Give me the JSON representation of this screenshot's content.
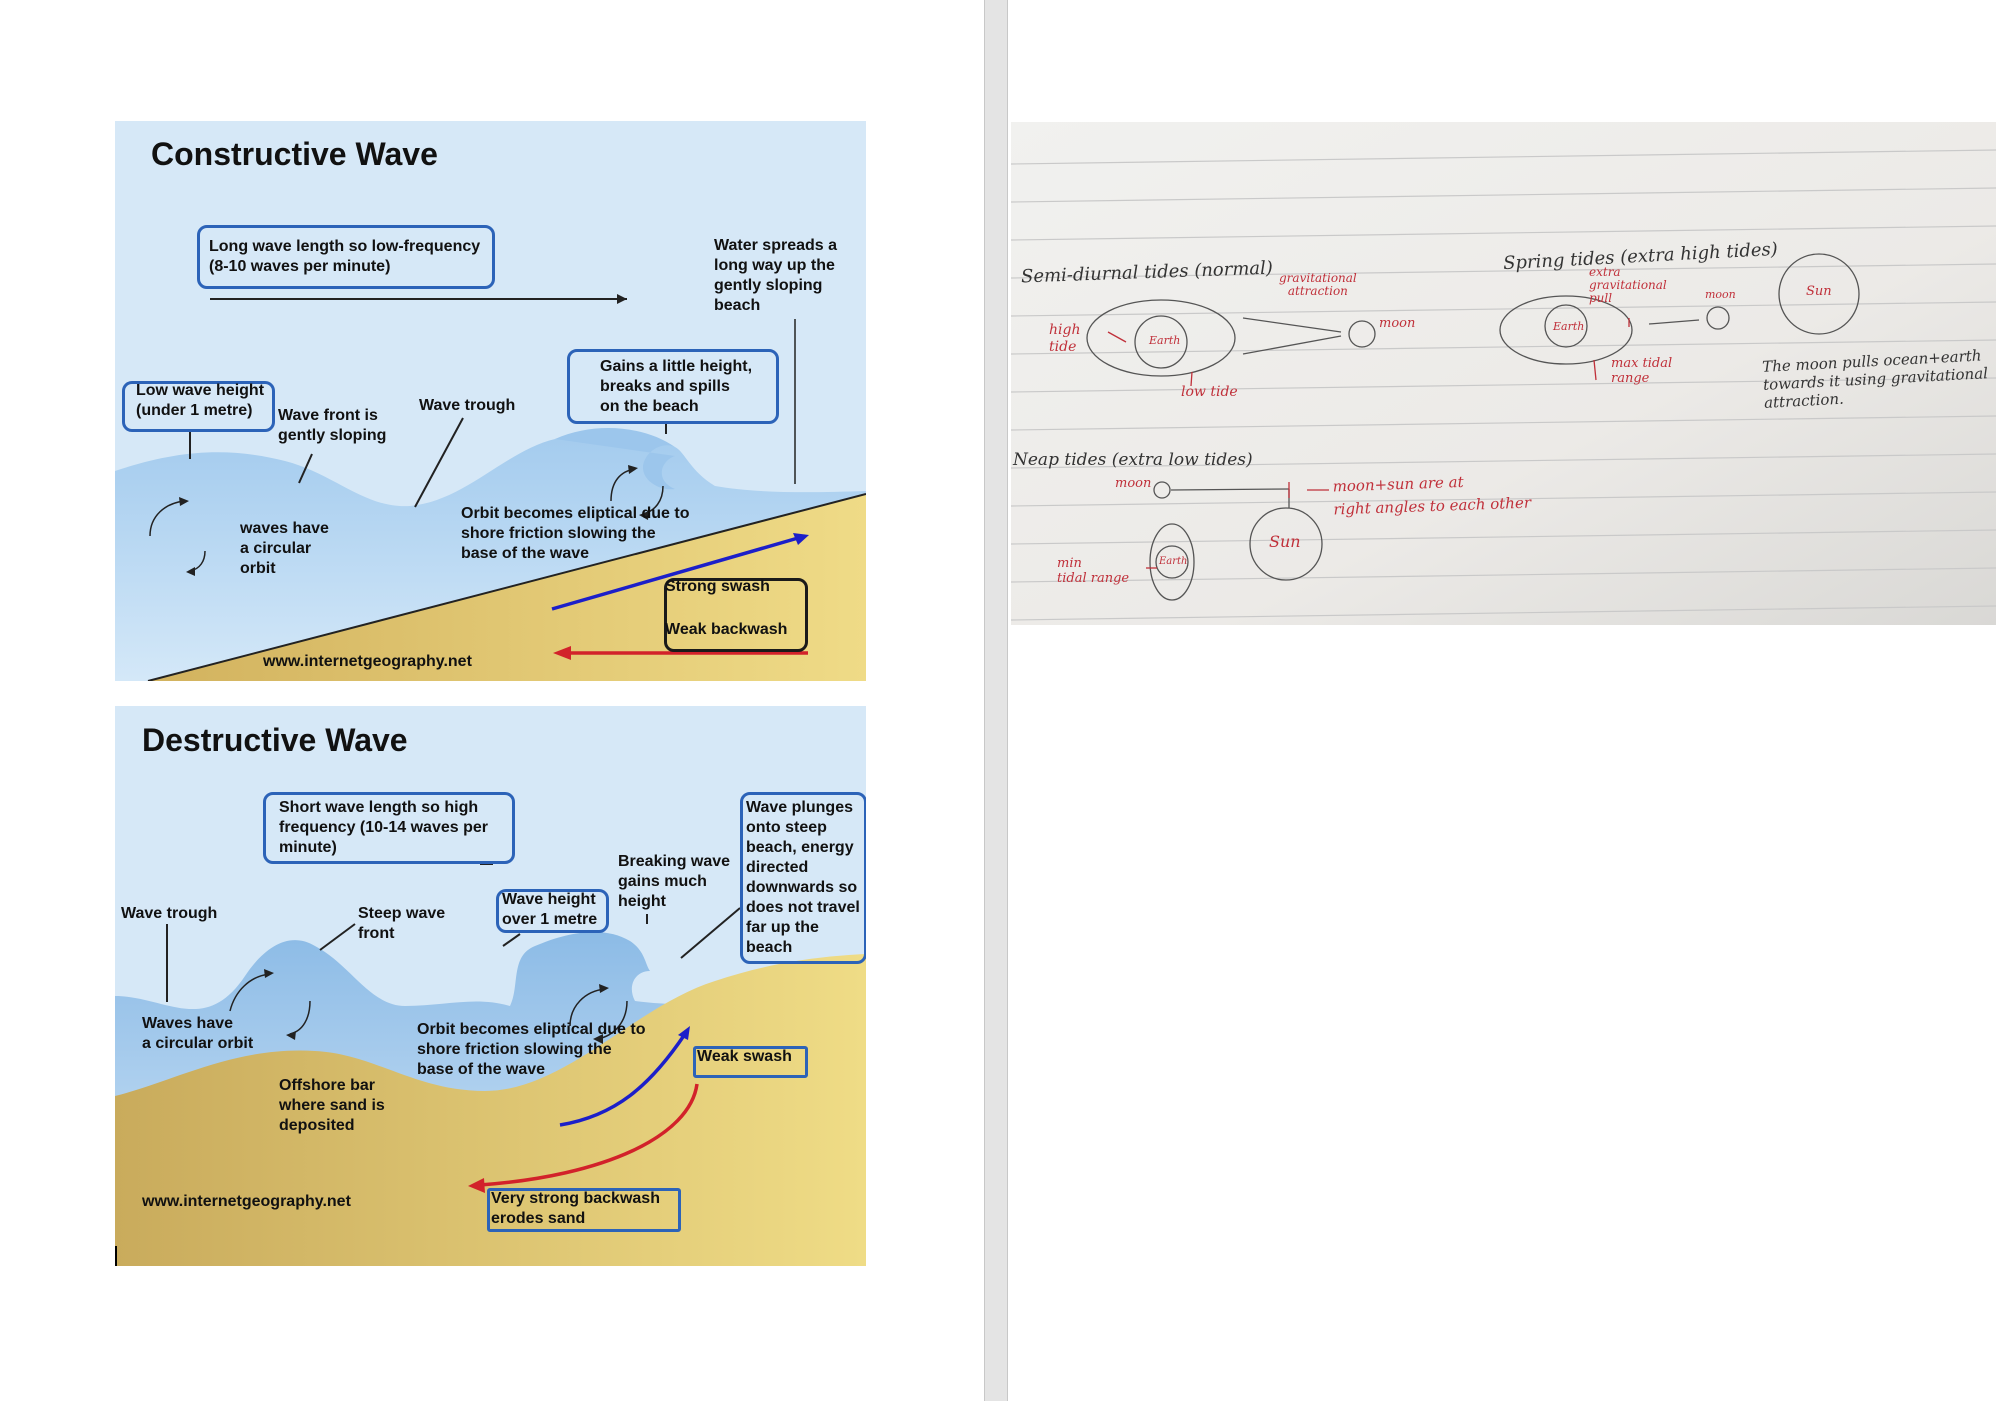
{
  "constructive": {
    "title": "Constructive Wave",
    "label_wavelength": "Long wave length so low-frequency\n(8-10 waves per minute)",
    "label_spreads": "Water spreads a\nlong way up the\ngently sloping\nbeach",
    "label_height": "Low wave height\n(under 1 metre)",
    "label_front": "Wave front is\ngently sloping",
    "label_trough": "Wave trough",
    "label_breaks": "Gains a little height,\nbreaks and spills\non the beach",
    "label_orbit": "waves have\na circular\norbit",
    "label_eliptical": "Orbit becomes eliptical due to\nshore friction slowing the\nbase of the wave",
    "label_swash": "Strong swash",
    "label_backwash": "Weak backwash",
    "source": "www.internetgeography.net"
  },
  "destructive": {
    "title": "Destructive Wave",
    "label_wavelength": "Short wave length so high\nfrequency (10-14 waves per\nminute)",
    "label_trough": "Wave trough",
    "label_front": "Steep wave\nfront",
    "label_height": "Wave height\nover 1 metre",
    "label_breaking": "Breaking wave\ngains much\nheight",
    "label_plunges": "Wave plunges\nonto steep\nbeach, energy\ndirected\ndownwards so\ndoes not travel\nfar up the\nbeach",
    "label_orbit": "Waves have\na circular orbit",
    "label_eliptical": "Orbit becomes eliptical due to\nshore friction slowing the\nbase of the wave",
    "label_swash": "Weak swash",
    "label_bar": "Offshore bar\nwhere sand is\ndeposited",
    "label_backwash": "Very strong backwash\nerodes sand",
    "source": "www.internetgeography.net"
  },
  "notes": {
    "semi_title": "Semi-diurnal tides (normal)",
    "high_tide": "high\ntide",
    "earth_1": "Earth",
    "grav_attraction": "gravitational\nattraction",
    "moon_1": "moon",
    "low_tide": "low tide",
    "spring_title": "Spring tides (extra high tides)",
    "extra_grav": "extra\ngravitational\npull",
    "earth_2": "Earth",
    "moon_2": "moon",
    "sun_1": "Sun",
    "max_range": "max tidal\nrange",
    "moon_pulls": "The moon pulls ocean+earth\ntowards it using gravitational\nattraction.",
    "neap_title": "Neap tides (extra low tides)",
    "moon_3": "moon",
    "right_angles": "moon+sun are at\nright angles to each other",
    "sun_2": "Sun",
    "min_range": "min\ntidal range",
    "earth_3": "Earth"
  },
  "colors": {
    "sky": "#d6e8f7",
    "water": "#8fbde6",
    "sand": "#e6cc74",
    "box_blue": "#2c63b8",
    "swash_blue": "#1c1fc9",
    "backwash_red": "#d2222a"
  }
}
